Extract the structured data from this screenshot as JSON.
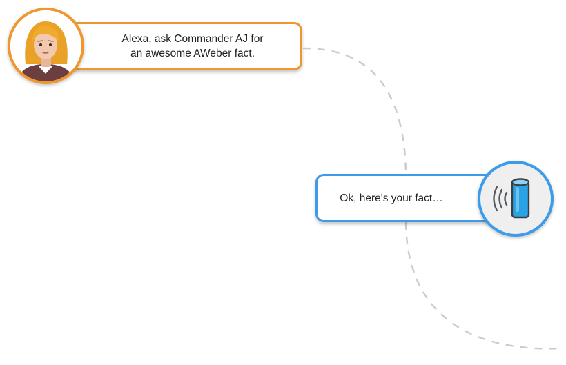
{
  "conversation": {
    "user": {
      "line1": "Alexa, ask Commander AJ for",
      "line2": "an awesome AWeber fact.",
      "avatar_icon": "woman-avatar-icon",
      "accent": "#f0962e"
    },
    "alexa": {
      "text": "Ok, here's your fact…",
      "avatar_icon": "echo-speaker-icon",
      "accent": "#3d9be9"
    }
  },
  "connector": {
    "style": "dashed",
    "color": "#c9cdd3"
  }
}
